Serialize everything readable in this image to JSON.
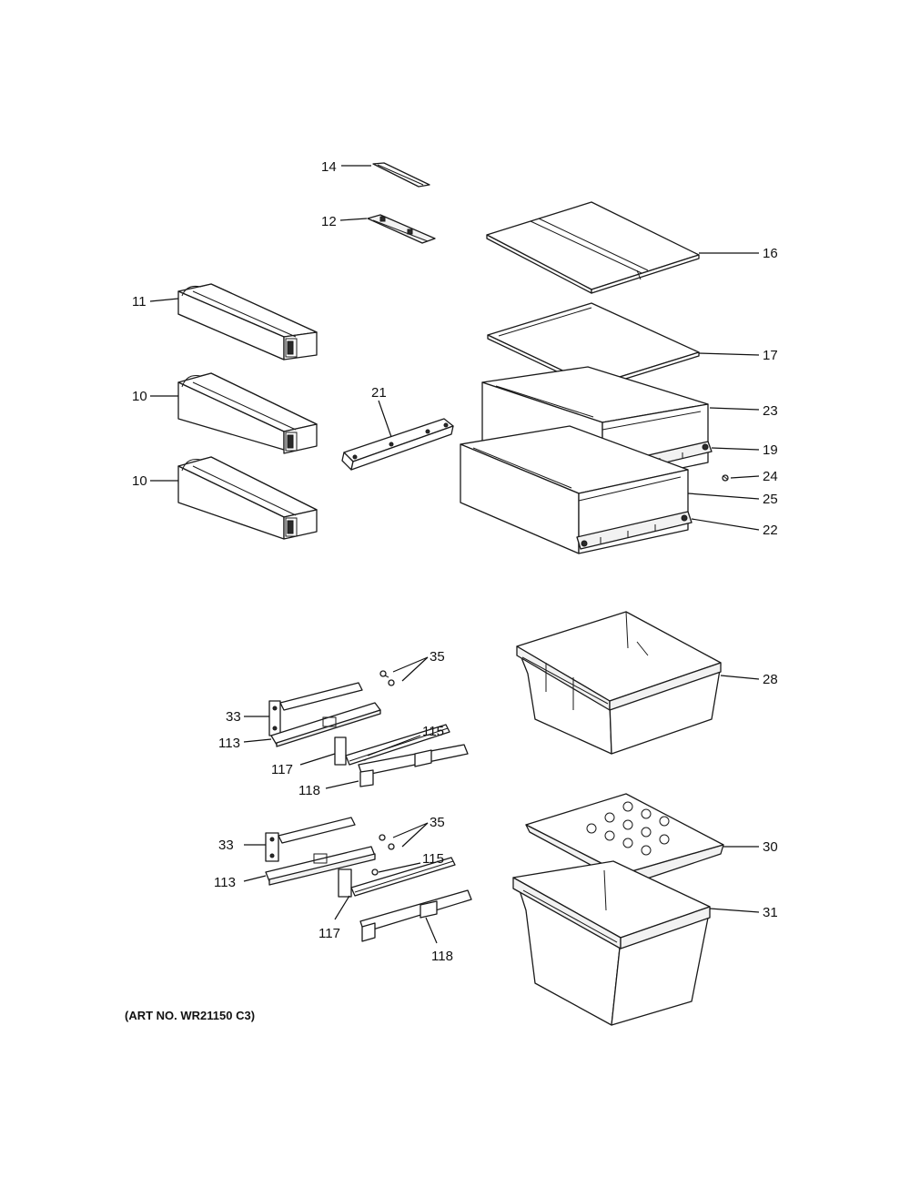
{
  "art_number": "(ART NO. WR21150 C3)",
  "callouts": [
    "14",
    "12",
    "16",
    "11",
    "17",
    "10",
    "21",
    "23",
    "19",
    "10",
    "24",
    "25",
    "22",
    "35",
    "28",
    "33",
    "115",
    "113",
    "117",
    "118",
    "35",
    "30",
    "33",
    "115",
    "113",
    "31",
    "117",
    "118"
  ]
}
